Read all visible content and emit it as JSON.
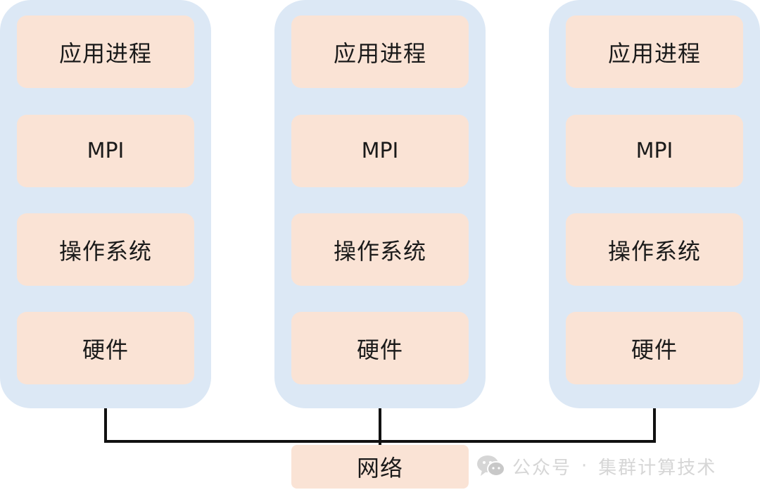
{
  "nodes": [
    {
      "layers": [
        "应用进程",
        "MPI",
        "操作系统",
        "硬件"
      ]
    },
    {
      "layers": [
        "应用进程",
        "MPI",
        "操作系统",
        "硬件"
      ]
    },
    {
      "layers": [
        "应用进程",
        "MPI",
        "操作系统",
        "硬件"
      ]
    }
  ],
  "network": {
    "label": "网络"
  },
  "watermark": {
    "icon": "wechat-icon",
    "account_label": "公众号",
    "separator": "·",
    "name": "集群计算技术"
  },
  "colors": {
    "node_background": "#dce8f5",
    "layer_background": "#fae3d5",
    "connector_line": "#111111",
    "watermark_text": "#d6d6d6"
  }
}
